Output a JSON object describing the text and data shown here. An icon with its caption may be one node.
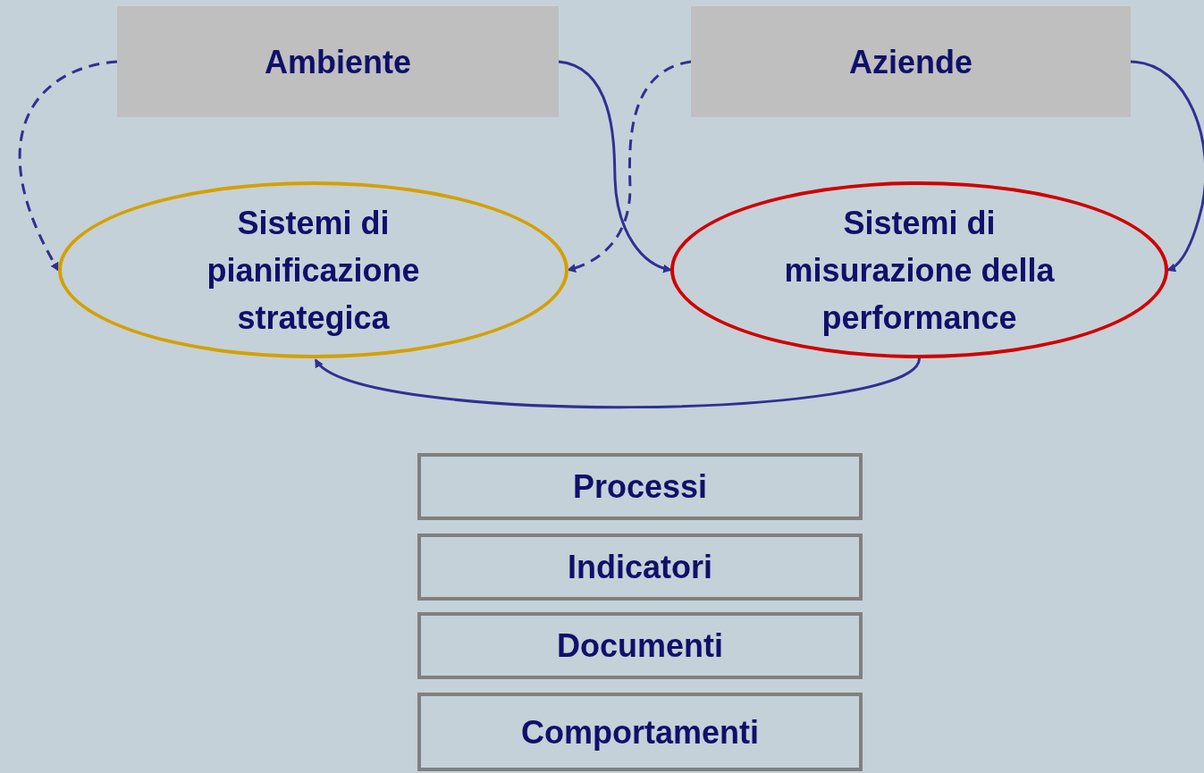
{
  "diagram": {
    "nodes": [
      {
        "text": [
          "Ambiente"
        ]
      },
      {
        "text": [
          "Aziende"
        ]
      },
      {
        "text": [
          "Sistemi di pianificazione strategica"
        ]
      },
      {
        "text": [
          "Sistemi di misurazione della performance"
        ]
      },
      {
        "text": [
          "Processi"
        ]
      },
      {
        "text": [
          "Indicatori"
        ]
      },
      {
        "text": [
          "Documenti"
        ]
      },
      {
        "text": [
          "Comportamenti"
        ]
      }
    ],
    "edges": [
      {
        "from": 0,
        "to": 2,
        "arrow": "to",
        "style": "dashed"
      },
      {
        "from": 0,
        "to": 3,
        "arrow": "to"
      },
      {
        "from": 1,
        "to": 2,
        "arrow": "to",
        "style": "dashed"
      },
      {
        "from": 1,
        "to": 3,
        "arrow": "to"
      },
      {
        "from": 3,
        "to": 2,
        "arrow": "to"
      }
    ]
  }
}
